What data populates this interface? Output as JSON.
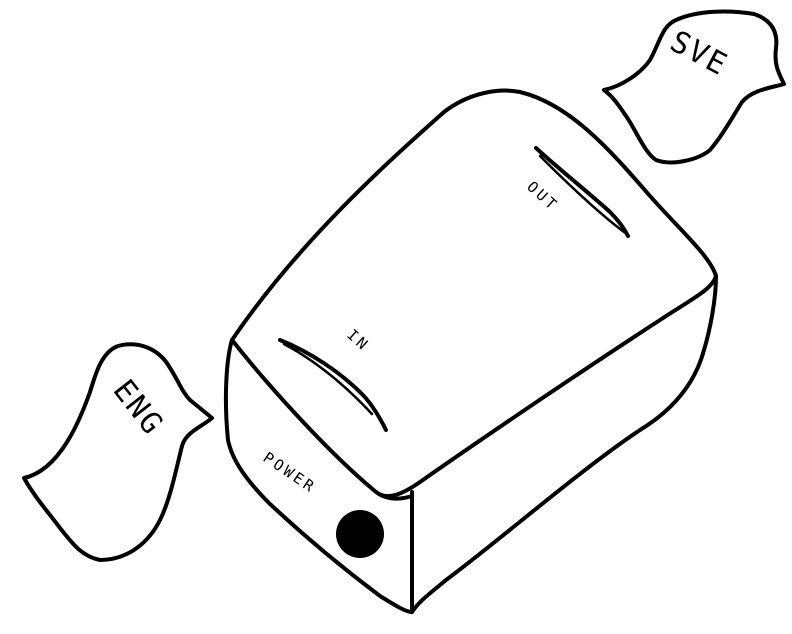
{
  "device": {
    "in_label": "IN",
    "out_label": "OUT",
    "power_label": "POWER"
  },
  "papers": {
    "input_language": "ENG",
    "output_language": "SVE"
  }
}
